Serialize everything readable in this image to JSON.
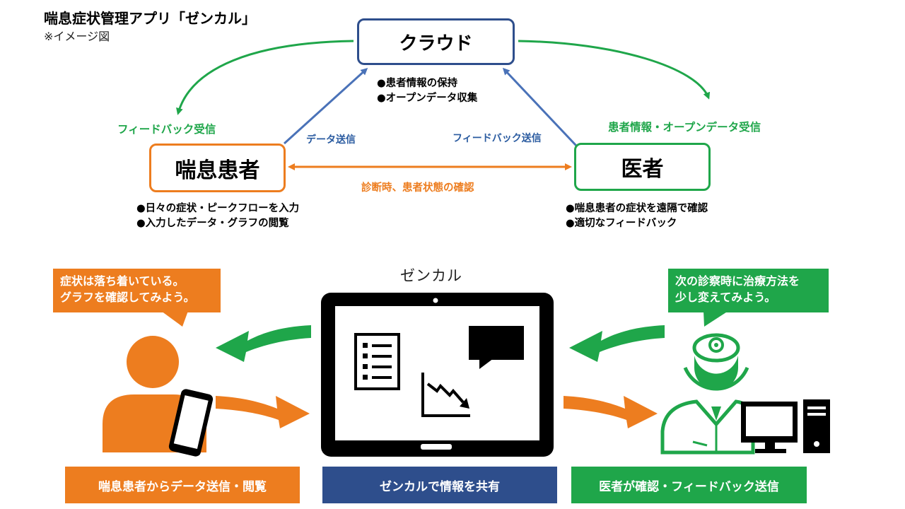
{
  "title": "喘息症状管理アプリ「ゼンカル」",
  "subtitle": "※イメージ図",
  "nodes": {
    "cloud": "クラウド",
    "patient": "喘息患者",
    "doctor": "医者"
  },
  "cloud_bullets": [
    "患者情報の保持",
    "オープンデータ収集"
  ],
  "patient_bullets": [
    "日々の症状・ピークフローを入力",
    "入力したデータ・グラフの閲覧"
  ],
  "doctor_bullets": [
    "喘息患者の症状を遠隔で確認",
    "適切なフィードバック"
  ],
  "edge_labels": {
    "feedback_received": "フィードバック受信",
    "data_send": "データ送信",
    "feedback_send": "フィードバック送信",
    "patient_info_received": "患者情報・オープンデータ受信",
    "diagnosis": "診断時、患者状態の確認"
  },
  "app_name": "ゼンカル",
  "bubbles": {
    "left_line1": "症状は落ち着いている。",
    "left_line2": "グラフを確認してみよう。",
    "right_line1": "次の診察時に治療方法を",
    "right_line2": "少し変えてみよう。"
  },
  "footer": {
    "left": "喘息患者からデータ送信・閲覧",
    "center": "ゼンカルで情報を共有",
    "right": "医者が確認・フィードバック送信"
  },
  "colors": {
    "blue": "#2E4E8C",
    "orange": "#ED7D1F",
    "green": "#1FA64A",
    "black": "#000000"
  },
  "icons": [
    "person-icon",
    "smartphone-icon",
    "tablet-icon",
    "checklist-icon",
    "chat-bubble-icon",
    "downtrend-chart-icon",
    "doctor-icon",
    "desktop-computer-icon"
  ]
}
